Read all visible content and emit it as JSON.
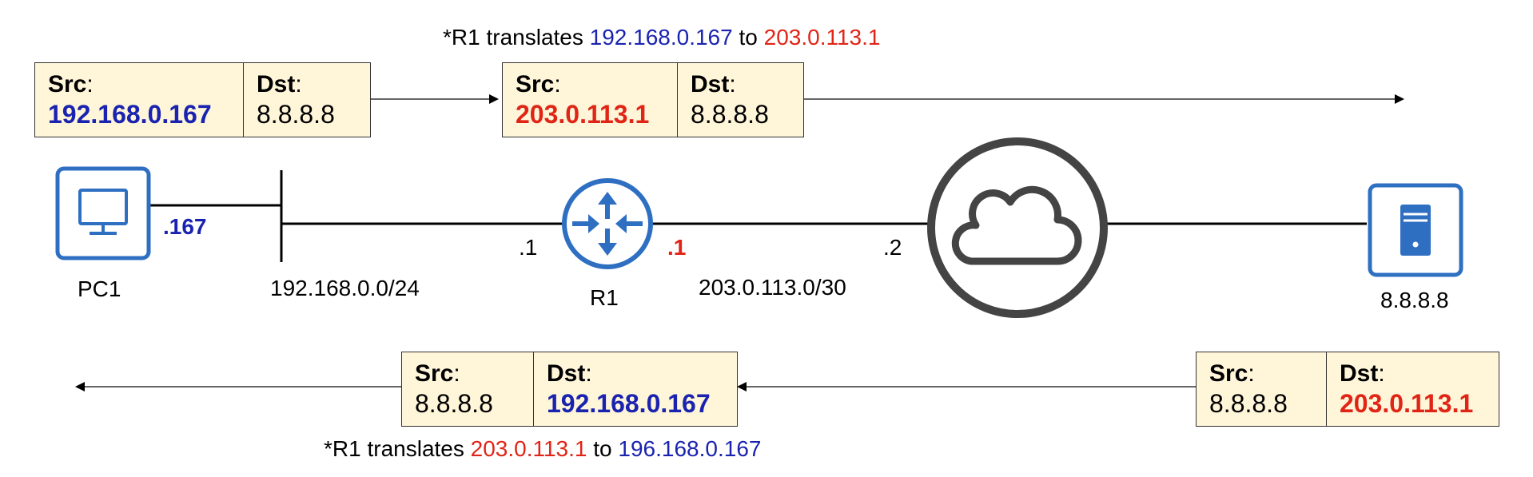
{
  "colors": {
    "blue": "#1a23b0",
    "red": "#e02516",
    "device": "#2f6fc2",
    "cloud": "#444444",
    "packet_bg": "#fff5d9"
  },
  "packets": {
    "top_left": {
      "src_label": "Src",
      "src": "192.168.0.167",
      "dst_label": "Dst",
      "dst": "8.8.8.8"
    },
    "top_right": {
      "src_label": "Src",
      "src": "203.0.113.1",
      "dst_label": "Dst",
      "dst": "8.8.8.8"
    },
    "bottom_left": {
      "src_label": "Src",
      "src": "8.8.8.8",
      "dst_label": "Dst",
      "dst": "192.168.0.167"
    },
    "bottom_right": {
      "src_label": "Src",
      "src": "8.8.8.8",
      "dst_label": "Dst",
      "dst": "203.0.113.1"
    }
  },
  "notes": {
    "top": {
      "prefix": "*R1 translates ",
      "from": "192.168.0.167",
      "mid": " to ",
      "to": "203.0.113.1"
    },
    "bottom": {
      "prefix": "*R1 translates ",
      "from": "203.0.113.1",
      "mid": " to ",
      "to": "196.168.0.167"
    }
  },
  "devices": {
    "pc1": {
      "label": "PC1",
      "icon": "monitor-icon"
    },
    "r1": {
      "label": "R1",
      "icon": "router-icon"
    },
    "cloud": {
      "icon": "cloud-icon"
    },
    "server": {
      "label": "8.8.8.8",
      "icon": "server-icon"
    }
  },
  "interfaces": {
    "pc1": ".167",
    "r1_lan": ".1",
    "r1_wan": ".1",
    "isp": ".2"
  },
  "networks": {
    "lan": "192.168.0.0/24",
    "wan": "203.0.113.0/30"
  }
}
